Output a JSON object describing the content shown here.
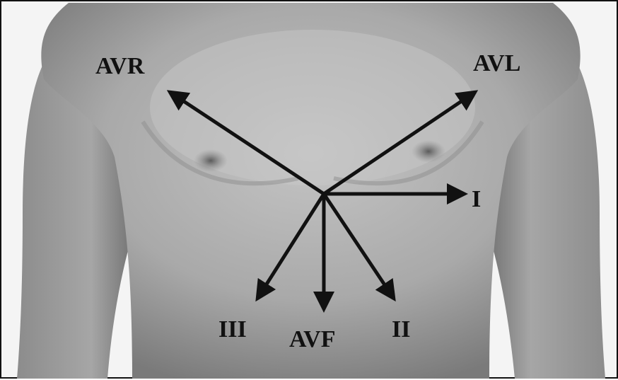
{
  "labels": {
    "avr": "AVR",
    "avl": "AVL",
    "i": "I",
    "iii": "III",
    "avf": "AVF",
    "ii": "II"
  },
  "colors": {
    "background": "#f4f4f4",
    "skin_light": "#b8b8b8",
    "skin_mid": "#9a9a9a",
    "skin_dark": "#6e6e6e",
    "arrow": "#111111"
  }
}
